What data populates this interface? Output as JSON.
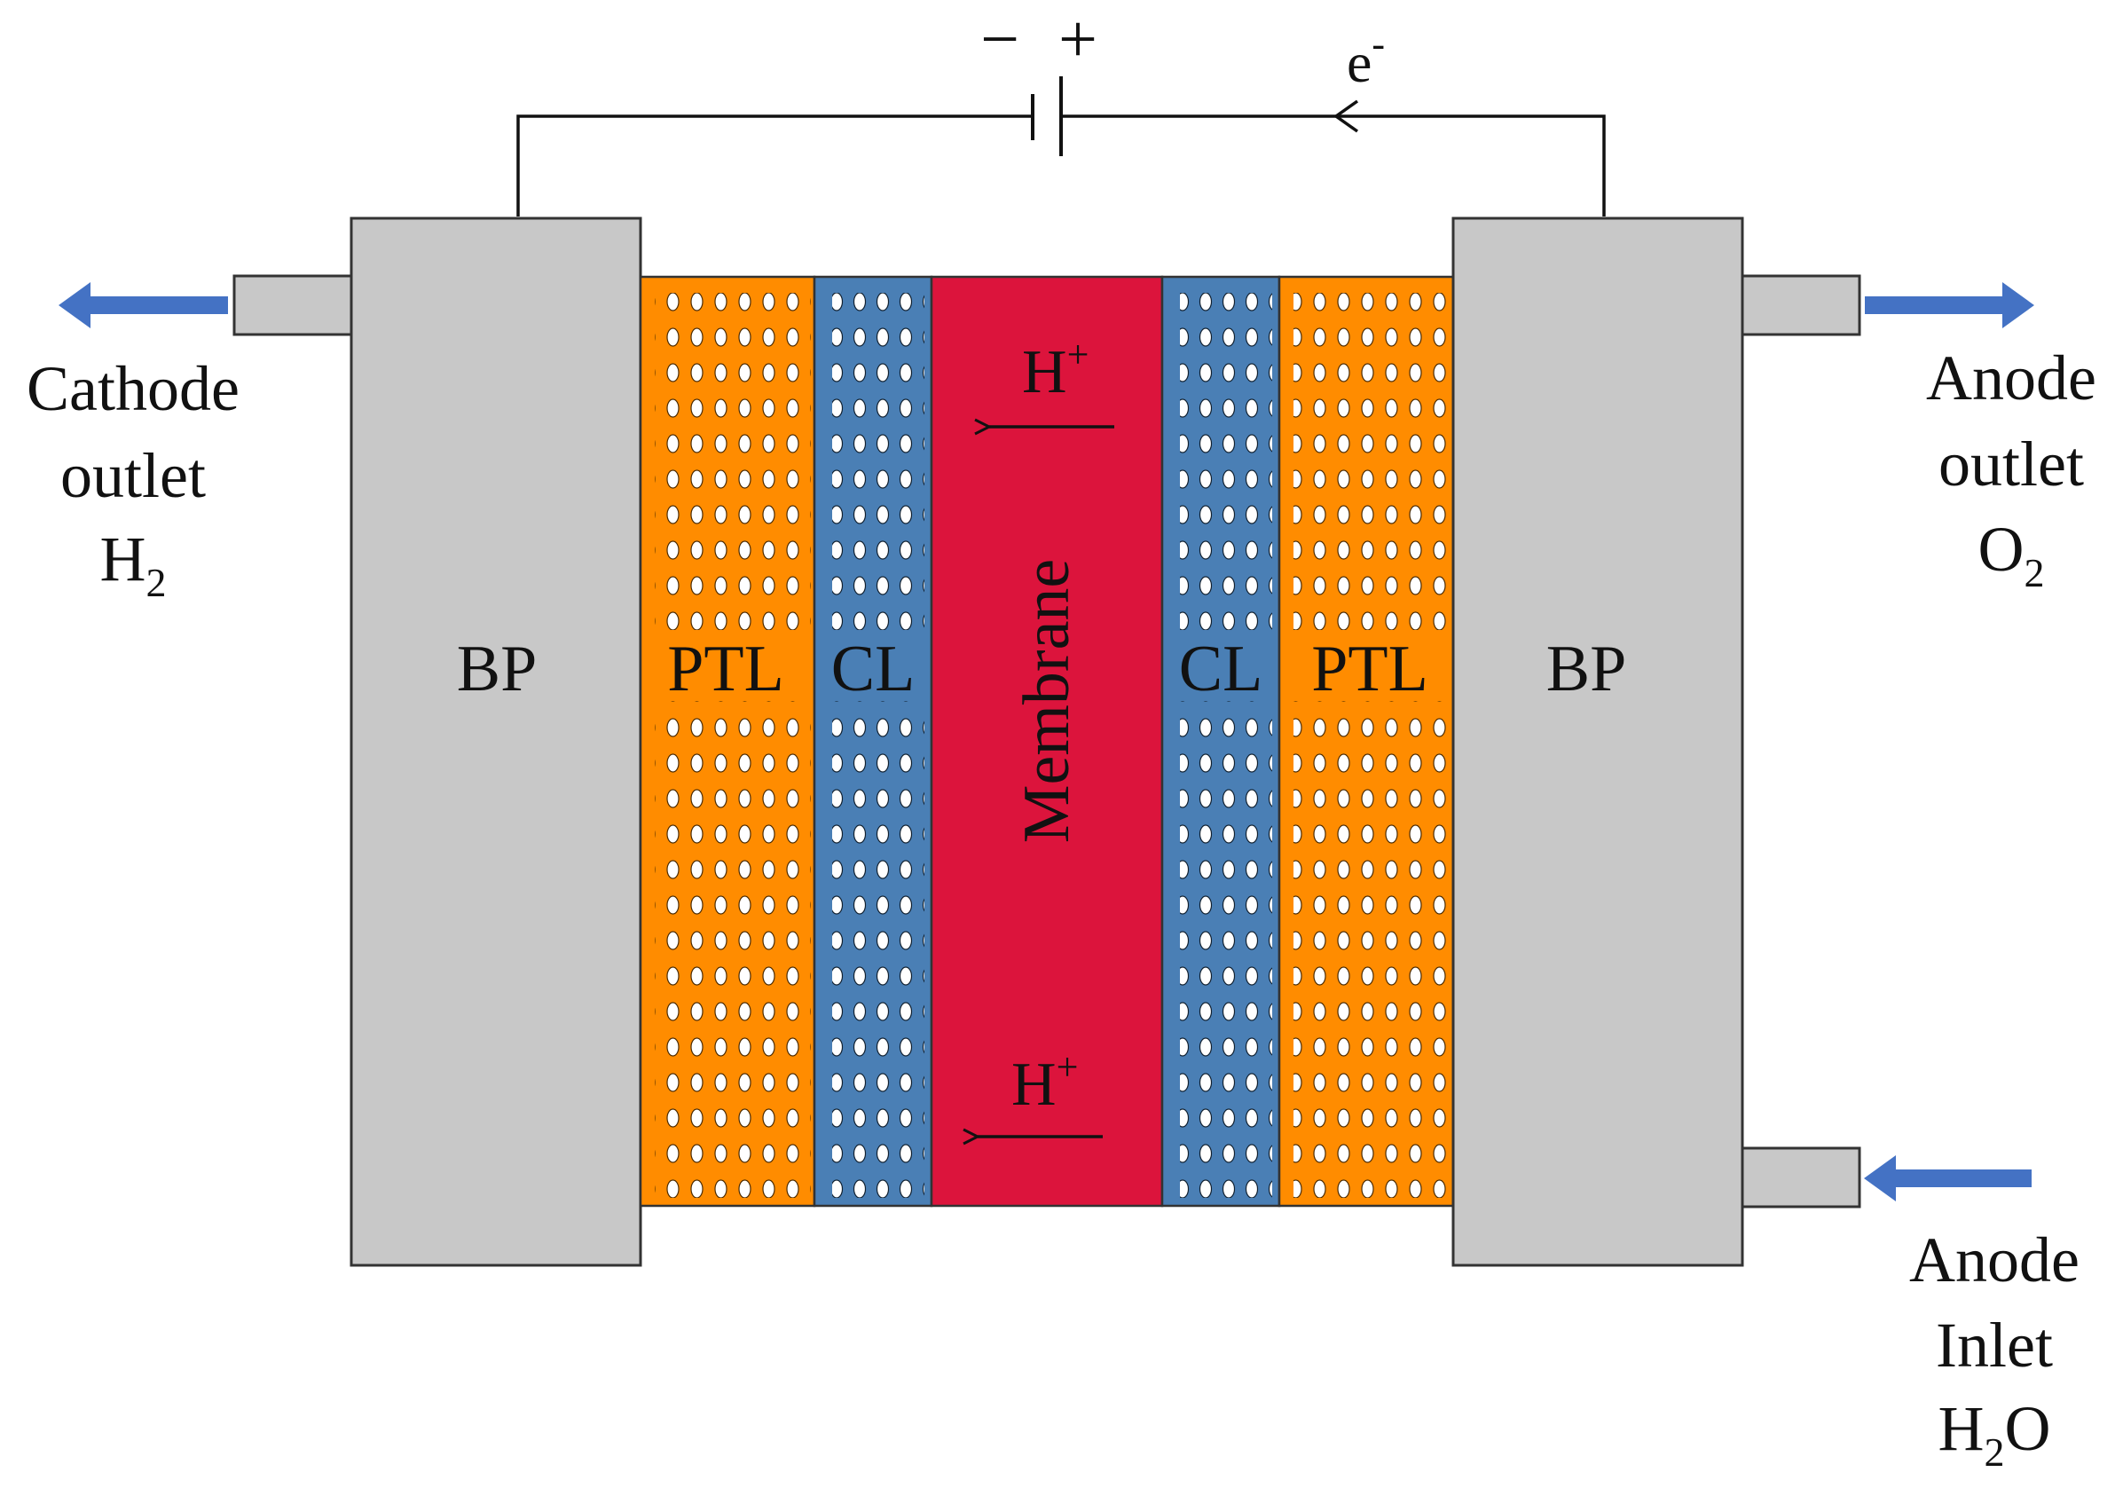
{
  "colors": {
    "bipolar_plate": "#c8c8c8",
    "ptl": "#ff8c00",
    "catalyst_layer": "#4a7fb5",
    "membrane": "#dc143c",
    "flow_arrow": "#4472c4",
    "wire": "#111111",
    "pore": "#ffffff"
  },
  "battery": {
    "minus": "−",
    "plus": "+"
  },
  "electron": {
    "base": "e",
    "charge": "-"
  },
  "layers": {
    "bp_left": "BP",
    "ptl_left": "PTL",
    "cl_left": "CL",
    "membrane": "Membrane",
    "cl_right": "CL",
    "ptl_right": "PTL",
    "bp_right": "BP"
  },
  "protons": {
    "top": {
      "base": "H",
      "charge": "+"
    },
    "bottom": {
      "base": "H",
      "charge": "+"
    }
  },
  "cathode_outlet": {
    "line1": "Cathode",
    "line2": "outlet",
    "species": "H",
    "sub": "2"
  },
  "anode_outlet": {
    "line1": "Anode",
    "line2": "outlet",
    "species": "O",
    "sub": "2"
  },
  "anode_inlet": {
    "line1": "Anode",
    "line2": "Inlet",
    "species_a": "H",
    "sub": "2",
    "species_b": "O"
  }
}
